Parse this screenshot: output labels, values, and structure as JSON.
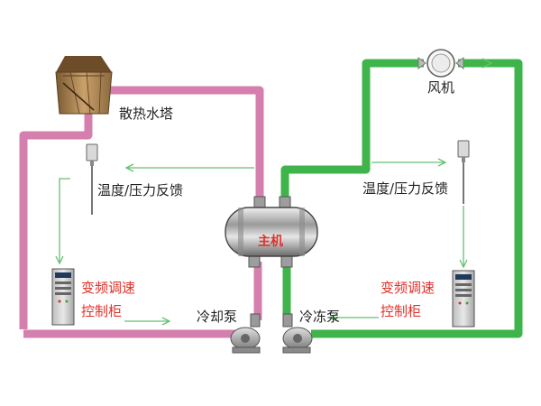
{
  "colors": {
    "pink_pipe": "#d47fae",
    "green_pipe": "#3fb44a",
    "signal_line": "#66c070",
    "red_label": "#e0302a"
  },
  "labels": {
    "cooling_tower": "散热水塔",
    "fan": "风机",
    "sensor_left": "温度/压力反馈",
    "sensor_right": "温度/压力反馈",
    "main_unit": "主机",
    "vfd_left_line1": "变频调速",
    "vfd_left_line2": "控制柜",
    "vfd_right_line1": "变频调速",
    "vfd_right_line2": "控制柜",
    "cooling_pump": "冷却泵",
    "chilled_pump": "冷冻泵"
  },
  "icons": {
    "tower": "cooling-tower-icon",
    "fan": "fan-icon",
    "sensor": "sensor-probe-icon",
    "chiller": "chiller-tank-icon",
    "cabinet": "control-cabinet-icon",
    "pump": "pump-icon",
    "arrow": "arrow-icon"
  }
}
